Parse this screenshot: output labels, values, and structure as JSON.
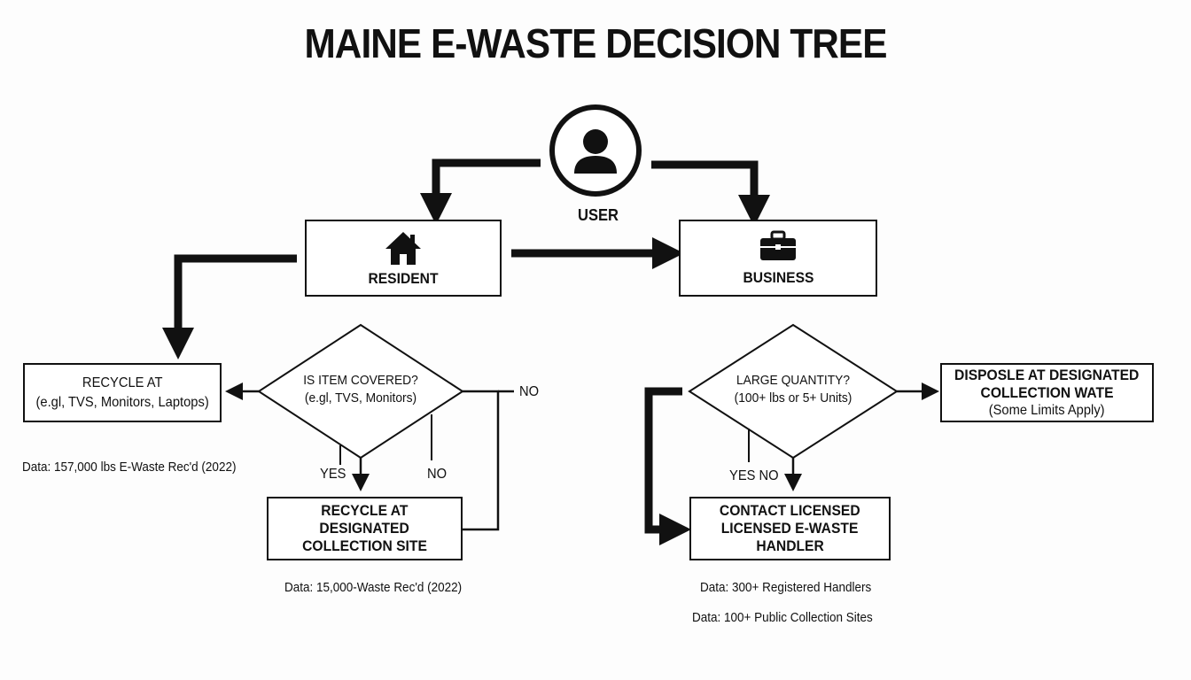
{
  "title": "MAINE E-WASTE DECISION TREE",
  "user": {
    "label": "USER",
    "icon": "user-icon"
  },
  "resident": {
    "label": "RESIDENT",
    "icon": "house-icon"
  },
  "business": {
    "label": "BUSINESS",
    "icon": "briefcase-icon"
  },
  "recycle_left": {
    "line1": "RECYCLE AT",
    "line2": "(e.gl, TVS, Monitors, Laptops)"
  },
  "decision_covered": {
    "line1": "IS ITEM COVERED?",
    "line2": "(e.gl, TVS, Monitors)"
  },
  "recycle_site": {
    "line1": "RECYCLE AT",
    "line2": "DESIGNATED",
    "line3": "COLLECTION SITE"
  },
  "decision_quantity": {
    "line1": "LARGE QUANTITY?",
    "line2": "(100+ lbs or 5+ Units)"
  },
  "dispose": {
    "line1": "DISPOSLE AT DESIGNATED",
    "line2": "COLLECTION WATE",
    "line3": "(Some Limits Apply)"
  },
  "contact": {
    "line1": "CONTACT LICENSED",
    "line2": "LICENSED E-WASTE",
    "line3": "HANDLER"
  },
  "labels": {
    "no_top_right": "NO",
    "yes_left": "YES",
    "no_mid": "NO",
    "yes_no_right": "YES NO"
  },
  "data_notes": {
    "left": "Data: 157,000 lbs E-Waste Rec'd (2022)",
    "center": "Data: 15,000-Waste Rec'd (2022)",
    "handlers": "Data: 300+ Registered Handlers",
    "sites": "Data: 100+ Public Collection Sites"
  },
  "colors": {
    "ink": "#111111",
    "background": "#fdfdfd"
  }
}
